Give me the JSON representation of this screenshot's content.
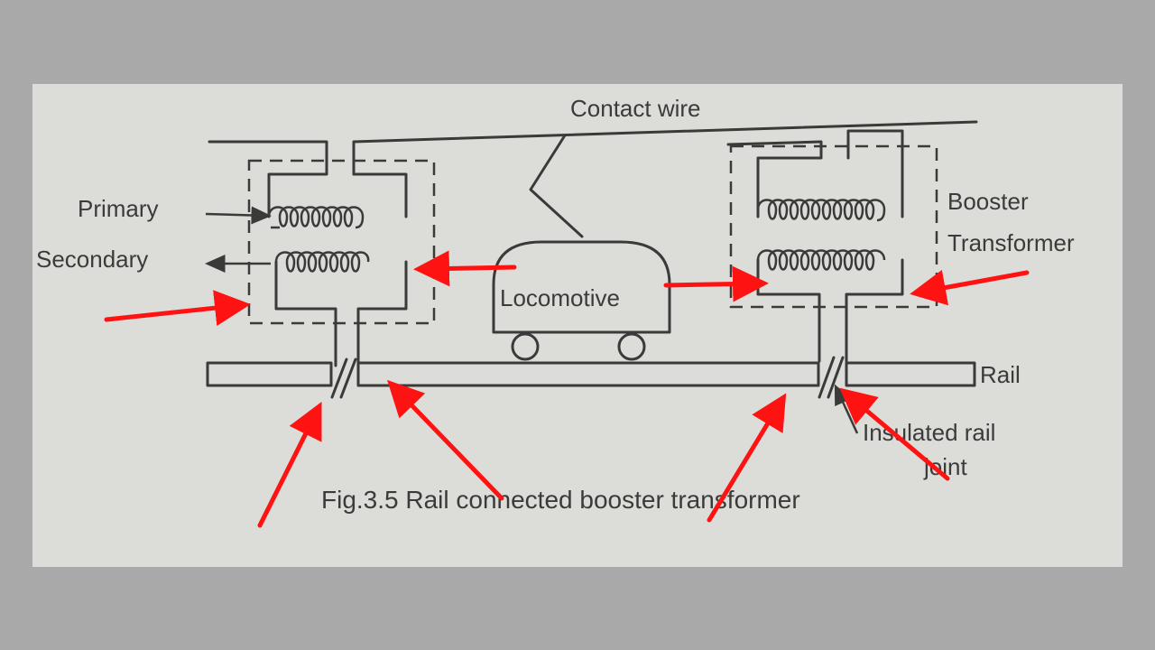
{
  "labels": {
    "contact_wire": "Contact wire",
    "primary": "Primary",
    "secondary": "Secondary",
    "locomotive": "Locomotive",
    "booster": "Booster",
    "transformer": "Transformer",
    "rail": "Rail",
    "insulated_line1": "Insulated rail",
    "insulated_line2": "joint",
    "caption": "Fig.3.5 Rail connected booster transformer"
  },
  "colors": {
    "background": "#a9a9a9",
    "paper": "#dcddd8",
    "ink": "#3a3a3a",
    "annotation": "#ff1212"
  }
}
